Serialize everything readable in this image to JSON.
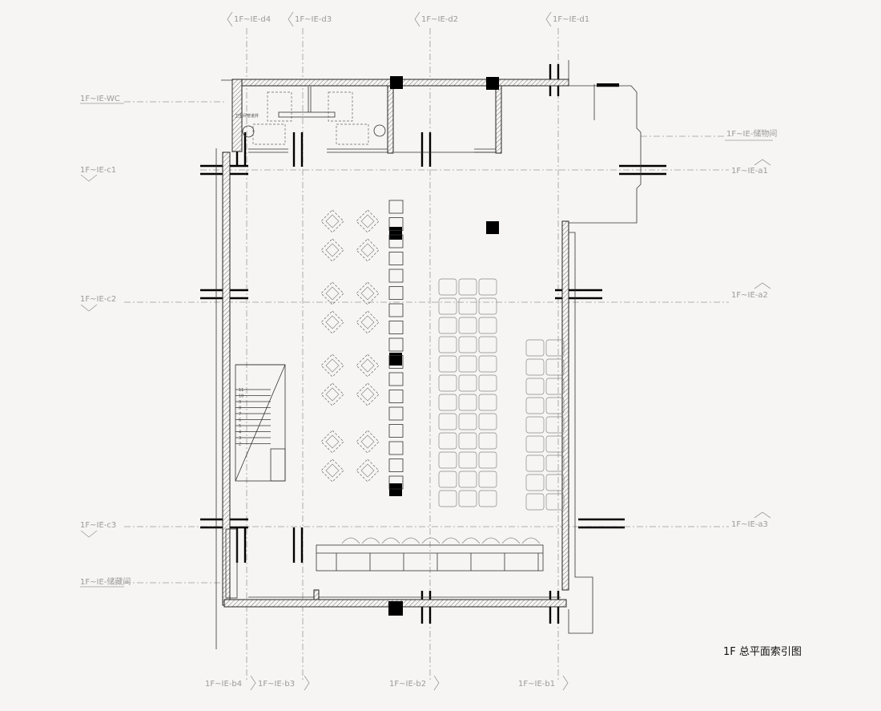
{
  "title": "1F 总平面索引图",
  "top_marks": [
    "1F~IE-d4",
    "1F~IE-d3",
    "1F~IE-d2",
    "1F~IE-d1"
  ],
  "bottom_marks": [
    "1F~IE-b4",
    "1F~IE-b3",
    "1F~IE-b2",
    "1F~IE-b1"
  ],
  "left_marks": [
    "1F~IE-WC",
    "1F~IE-c1",
    "1F~IE-c2",
    "1F~IE-c3",
    "1F~IE-储藏间"
  ],
  "right_marks": [
    "1F~IE-储物间",
    "1F~IE-a1",
    "1F~IE-a2",
    "1F~IE-a3"
  ],
  "room_label": "卫生间管道井",
  "stair_numbers": [
    "11",
    "10",
    "9",
    "8",
    "7",
    "6",
    "5",
    "4",
    "3",
    "2"
  ],
  "colors": {
    "background": "#f7f5f3",
    "ink": "#111111",
    "grid": "#9a9a9a"
  }
}
